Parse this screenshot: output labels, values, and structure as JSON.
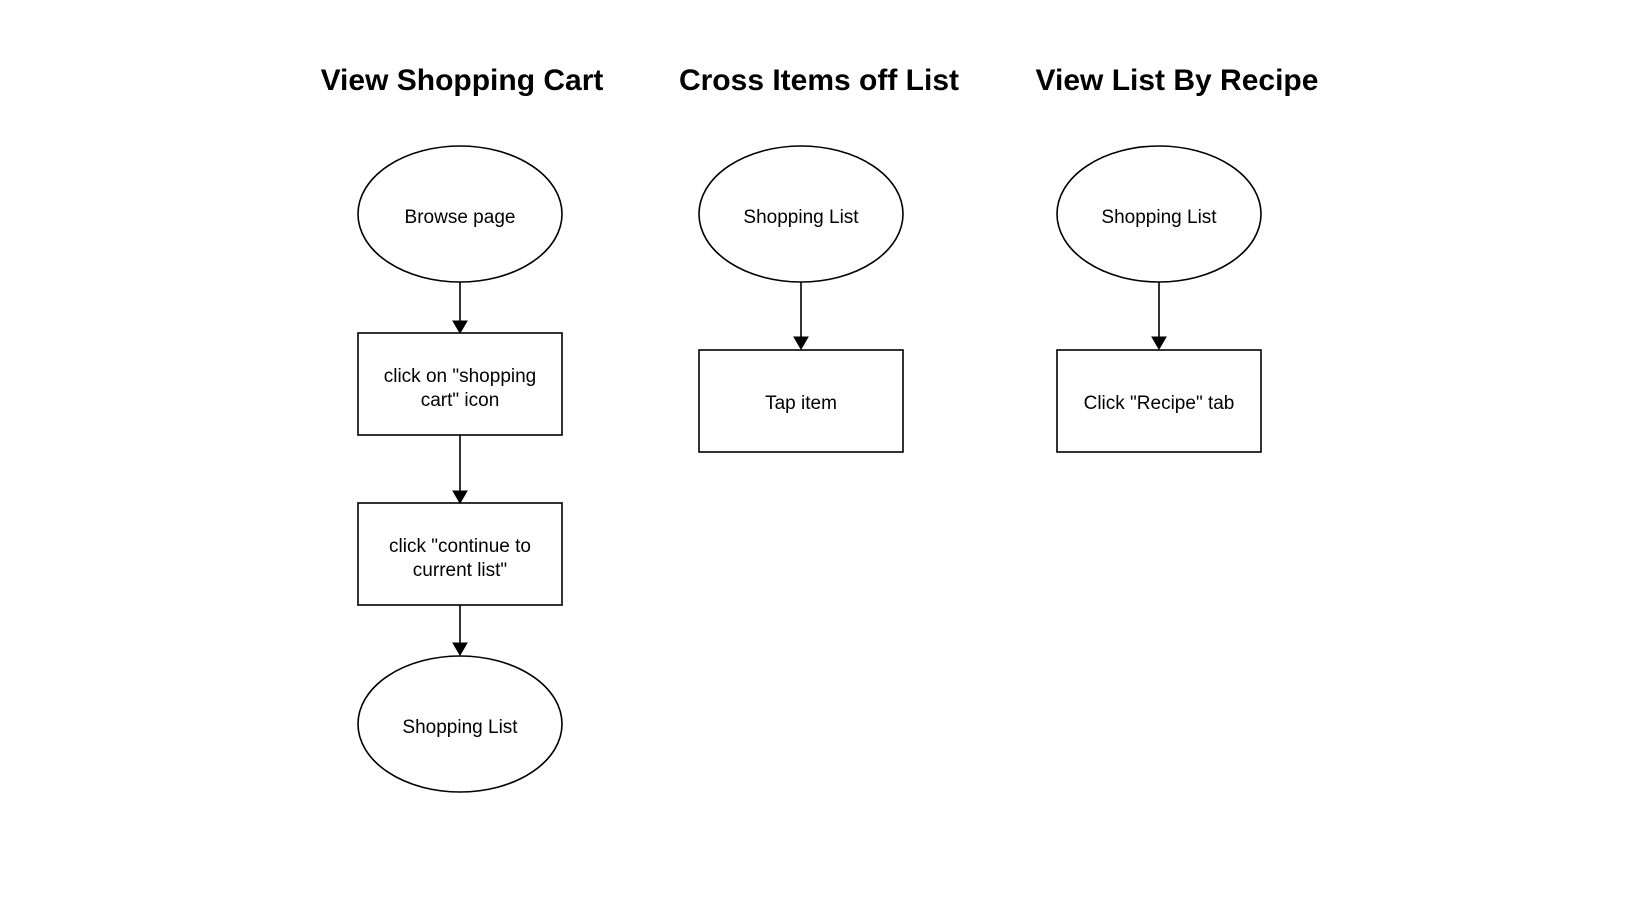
{
  "flows": [
    {
      "title": "View Shopping Cart",
      "nodes": [
        {
          "shape": "ellipse",
          "lines": [
            "Browse page"
          ]
        },
        {
          "shape": "rect",
          "lines": [
            "click on \"shopping",
            "cart\" icon"
          ]
        },
        {
          "shape": "rect",
          "lines": [
            "click \"continue to",
            "current list\""
          ]
        },
        {
          "shape": "ellipse",
          "lines": [
            "Shopping List"
          ]
        }
      ]
    },
    {
      "title": "Cross Items off List",
      "nodes": [
        {
          "shape": "ellipse",
          "lines": [
            "Shopping List"
          ]
        },
        {
          "shape": "rect",
          "lines": [
            "Tap item"
          ]
        }
      ]
    },
    {
      "title": "View List By Recipe",
      "nodes": [
        {
          "shape": "ellipse",
          "lines": [
            "Shopping List"
          ]
        },
        {
          "shape": "rect",
          "lines": [
            "Click \"Recipe\" tab"
          ]
        }
      ]
    }
  ]
}
